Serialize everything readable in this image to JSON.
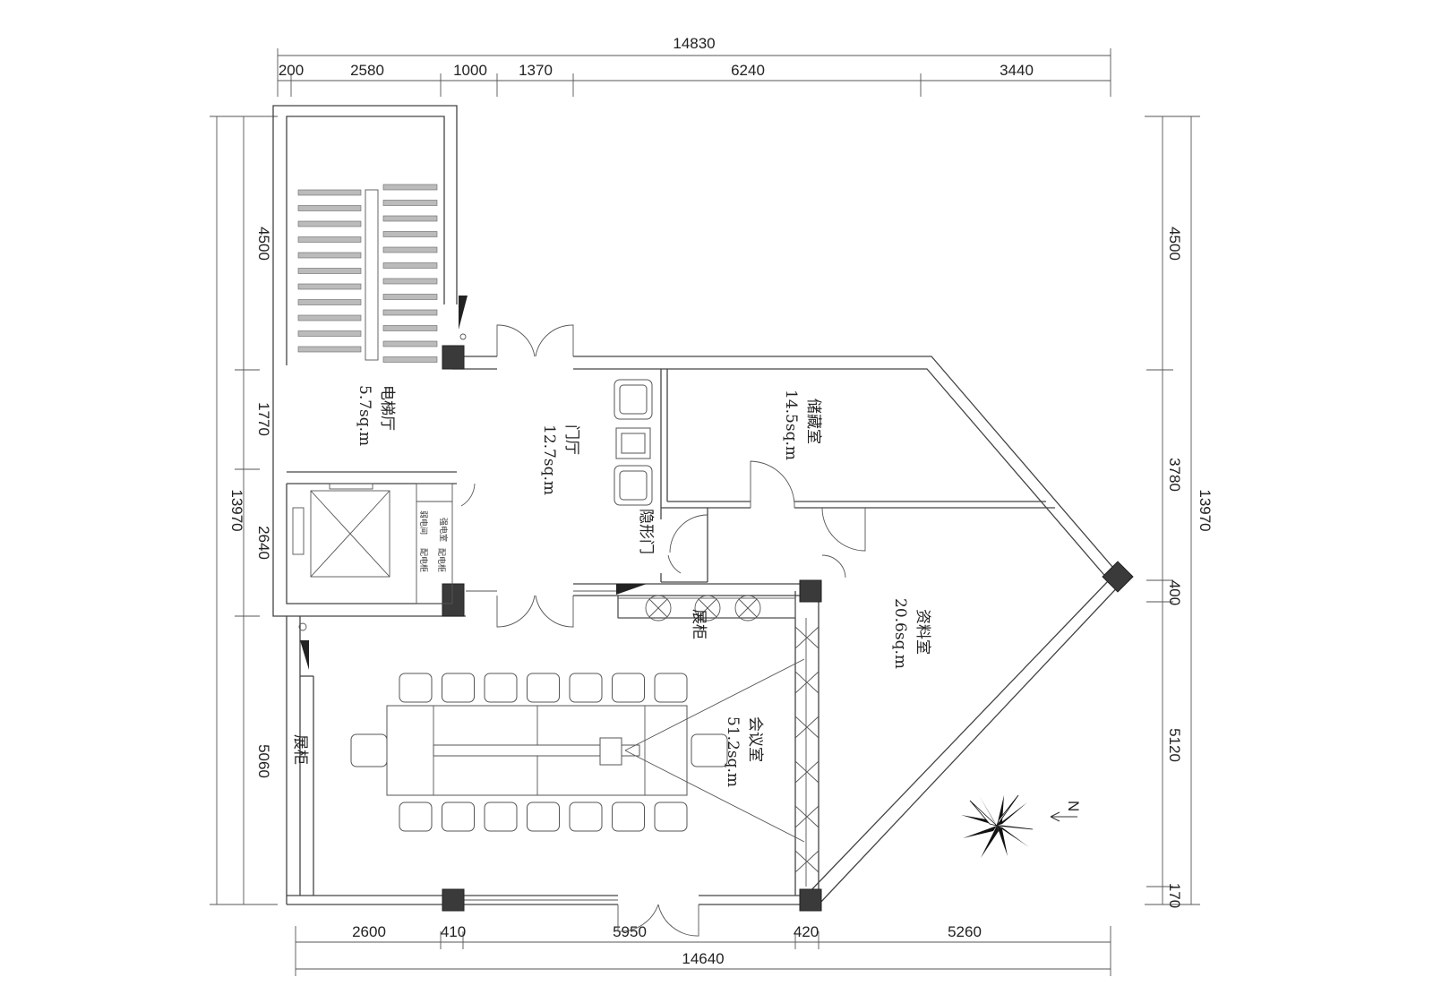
{
  "dimensions": {
    "top_total": "14830",
    "top_segments": [
      "200",
      "2580",
      "1000",
      "1370",
      "6240",
      "3440"
    ],
    "bottom_total": "14640",
    "bottom_segments": [
      "2600",
      "410",
      "5950",
      "420",
      "5260"
    ],
    "left_total": "13970",
    "left_segments": [
      "4500",
      "1770",
      "2640",
      "5060"
    ],
    "right_total": "13970",
    "right_segments": [
      "4500",
      "3780",
      "400",
      "5120",
      "170"
    ]
  },
  "rooms": {
    "elevator_hall": {
      "name": "电梯厅",
      "area": "5.7sq.m"
    },
    "foyer": {
      "name": "门厅",
      "area": "12.7sq.m"
    },
    "storage": {
      "name": "储藏室",
      "area": "14.5sq.m"
    },
    "archive": {
      "name": "资料室",
      "area": "20.6sq.m"
    },
    "meeting": {
      "name": "会议室",
      "area": "51.2sq.m"
    }
  },
  "labels": {
    "hidden_door": "隐形门",
    "display_cabinet_1": "展柜",
    "display_cabinet_2": "展柜",
    "power_room": "强电室",
    "weak_1": "弱电间",
    "weak_2": "配电柜",
    "weak_3": "配电柜",
    "north": "N"
  },
  "colors": {
    "line": "#444444",
    "column": "#3a3a3a",
    "background": "#ffffff"
  }
}
